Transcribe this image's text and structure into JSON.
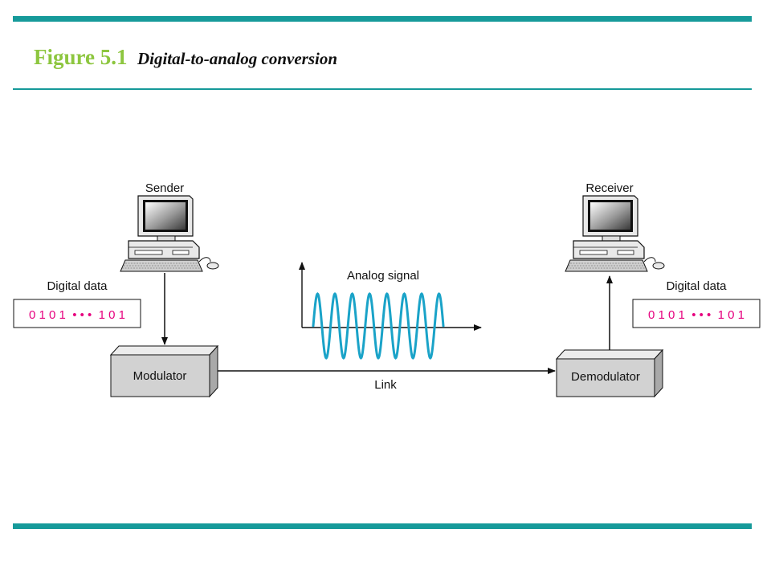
{
  "title": {
    "figure_number": "Figure 5.1",
    "caption": "Digital-to-analog conversion"
  },
  "diagram": {
    "sender_label": "Sender",
    "receiver_label": "Receiver",
    "digital_data_label_left": "Digital data",
    "digital_data_label_right": "Digital data",
    "bits_left": "0 1 0 1  • • •  1 0 1",
    "bits_right": "0 1 0 1  • • •  1 0 1",
    "analog_signal_label": "Analog signal",
    "modulator_label": "Modulator",
    "demodulator_label": "Demodulator",
    "link_label": "Link"
  },
  "colors": {
    "accent_teal": "#169a9a",
    "figure_number_green": "#8dc63f",
    "bits_magenta": "#e6007e",
    "wave_blue": "#1aa3c8",
    "box_gray": "#d2d2d2"
  }
}
